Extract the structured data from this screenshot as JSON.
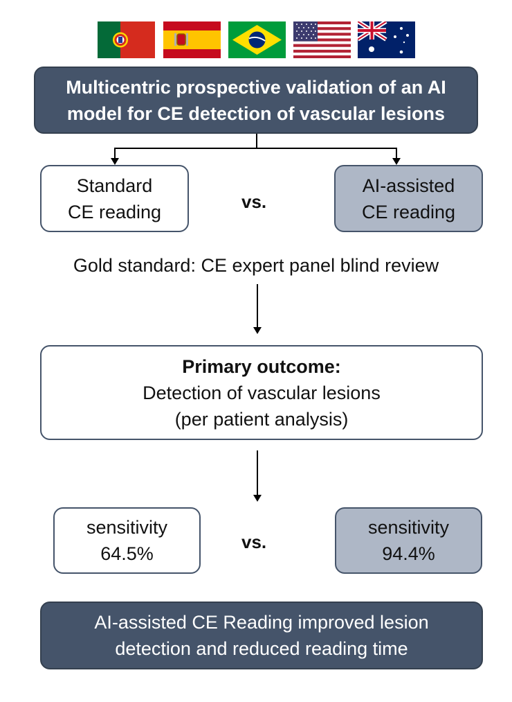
{
  "header": {
    "title_line1": "Multicentric prospective validation of an AI",
    "title_line2": "model for CE detection of vascular lesions"
  },
  "flags": [
    {
      "icon": "portugal-flag-icon"
    },
    {
      "icon": "spain-flag-icon"
    },
    {
      "icon": "brazil-flag-icon"
    },
    {
      "icon": "usa-flag-icon"
    },
    {
      "icon": "australia-flag-icon"
    }
  ],
  "comparison": {
    "left_line1": "Standard",
    "left_line2": "CE reading",
    "vs": "vs.",
    "right_line1": "AI-assisted",
    "right_line2": "CE reading"
  },
  "gold_standard": "Gold standard: CE expert panel blind review",
  "outcome": {
    "title": "Primary outcome:",
    "line1": "Detection of vascular lesions",
    "line2": "(per patient analysis)"
  },
  "results": {
    "left_label": "sensitivity",
    "left_value": "64.5%",
    "vs": "vs.",
    "right_label": "sensitivity",
    "right_value": "94.4%"
  },
  "conclusion": {
    "line1": "AI-assisted CE Reading improved lesion",
    "line2": "detection and reduced reading time"
  },
  "colors": {
    "dark_box": "#45546a",
    "grey_box": "#aeb7c6"
  }
}
